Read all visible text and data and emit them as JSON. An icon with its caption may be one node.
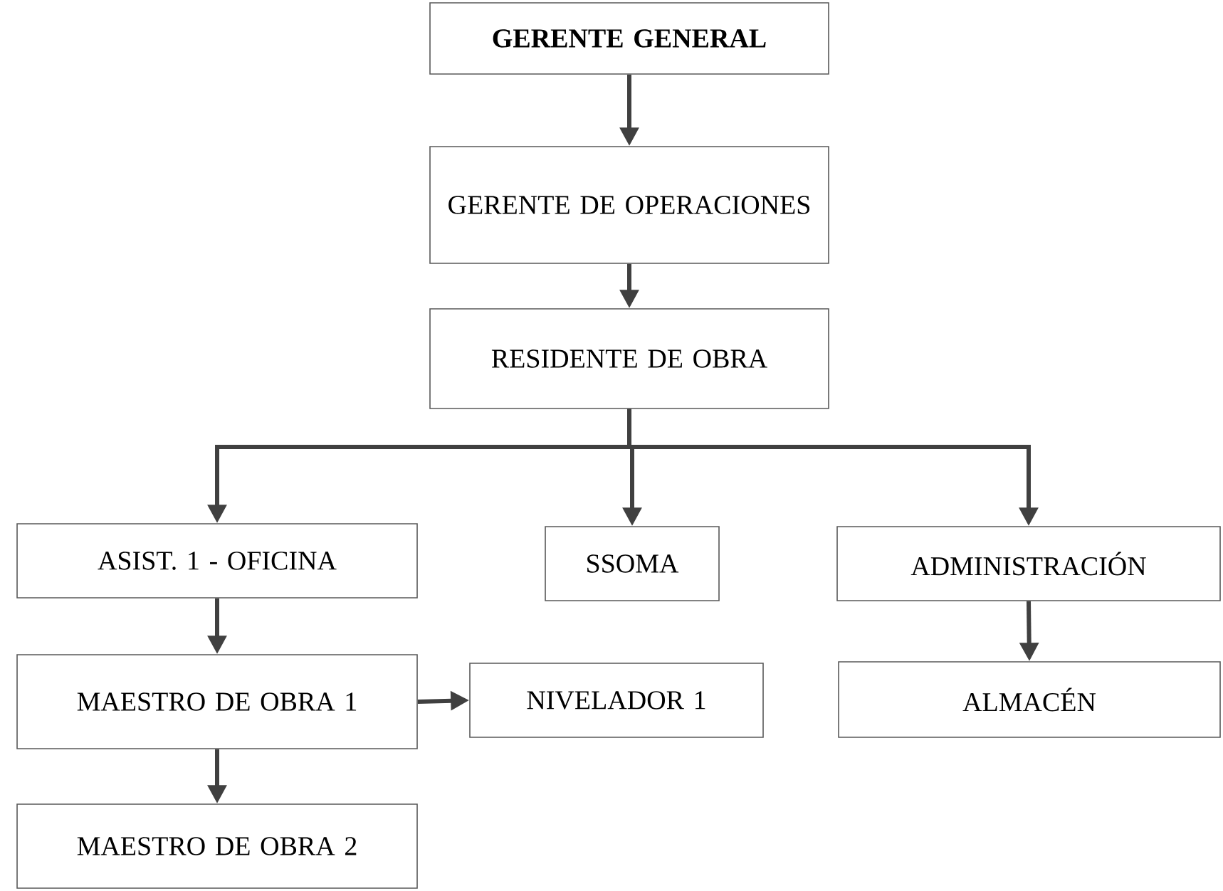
{
  "diagram": {
    "nodes": [
      {
        "text": [
          "**GERENTE GENERAL**"
        ]
      },
      {
        "text": [
          "GERENTE DE OPERACIONES"
        ]
      },
      {
        "text": [
          "RESIDENTE DE OBRA"
        ]
      },
      {
        "text": [
          "ASIST. 1 - OFICINA"
        ]
      },
      {
        "text": [
          "SSOMA"
        ]
      },
      {
        "text": [
          "ADMINISTRACIÓN"
        ]
      },
      {
        "text": [
          "MAESTRO DE OBRA 1"
        ]
      },
      {
        "text": [
          "NIVELADOR 1"
        ]
      },
      {
        "text": [
          "ALMACÉN"
        ]
      },
      {
        "text": [
          "MAESTRO DE OBRA 2"
        ]
      }
    ],
    "edges": [
      {
        "from": 0,
        "to": 1,
        "arrow": "to"
      },
      {
        "from": 1,
        "to": 2,
        "arrow": "to"
      },
      {
        "from": 2,
        "to": 3,
        "arrow": "to"
      },
      {
        "from": 2,
        "to": 4,
        "arrow": "to"
      },
      {
        "from": 2,
        "to": 5,
        "arrow": "to"
      },
      {
        "from": 3,
        "to": 6,
        "arrow": "to"
      },
      {
        "from": 6,
        "to": 7,
        "arrow": "to"
      },
      {
        "from": 5,
        "to": 8,
        "arrow": "to"
      },
      {
        "from": 6,
        "to": 9,
        "arrow": "to"
      }
    ]
  }
}
